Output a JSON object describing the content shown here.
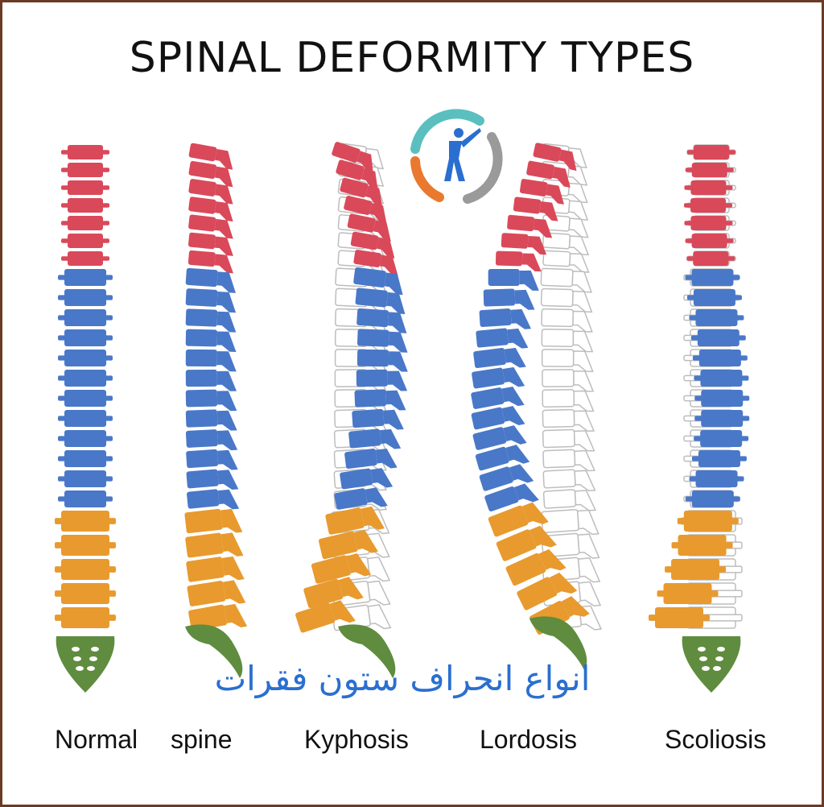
{
  "title": "SPINAL DEFORMITY TYPES",
  "subtitle_fa": "انواع انحراف ستون فقرات",
  "labels": {
    "normal": "Normal",
    "spine": "spine",
    "kyphosis": "Kyphosis",
    "lordosis": "Lordosis",
    "scoliosis": "Scoliosis"
  },
  "colors": {
    "cervical": "#d9495a",
    "thoracic": "#4a78c8",
    "lumbar": "#e89a2e",
    "sacrum": "#5f8c3e",
    "outline": "#bdbdbd",
    "frame": "#6b3a24",
    "logo_teal": "#5bbfc0",
    "logo_orange": "#e8792e",
    "logo_gray": "#9a9a9a",
    "logo_figure": "#2a6fd0"
  },
  "icons": {
    "logo": "spine-figure-logo"
  }
}
